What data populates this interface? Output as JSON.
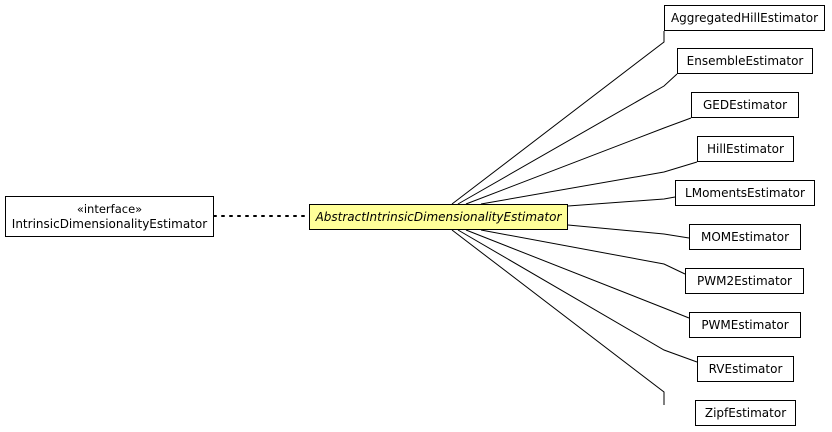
{
  "interface_node": {
    "stereotype": "«interface»",
    "name": "IntrinsicDimensionalityEstimator"
  },
  "abstract_node": {
    "name": "AbstractIntrinsicDimensionalityEstimator"
  },
  "subclasses": [
    "AggregatedHillEstimator",
    "EnsembleEstimator",
    "GEDEstimator",
    "HillEstimator",
    "LMomentsEstimator",
    "MOMEstimator",
    "PWM2Estimator",
    "PWMEstimator",
    "RVEstimator",
    "ZipfEstimator"
  ],
  "colors": {
    "focus_fill": "#ffff99",
    "border": "#000000",
    "background": "#ffffff"
  }
}
